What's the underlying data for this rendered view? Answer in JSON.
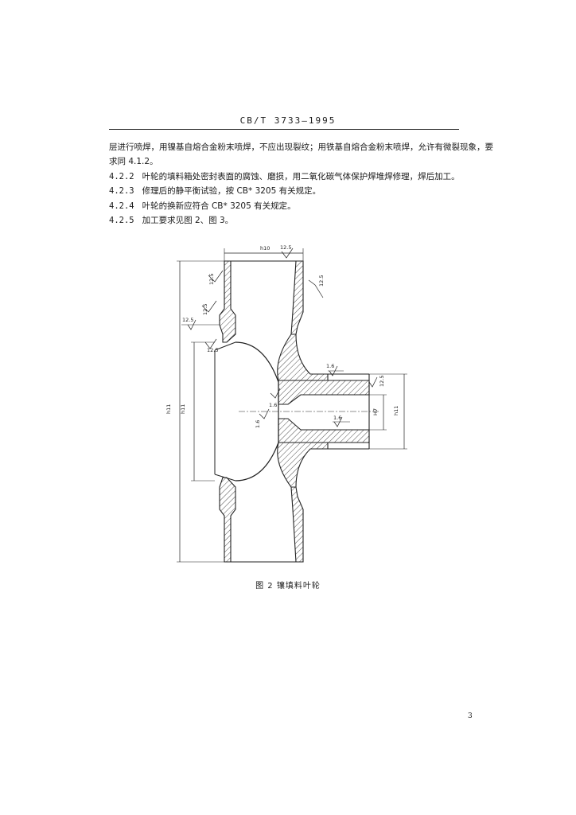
{
  "header": {
    "standard_code": "CB/T 3733—1995"
  },
  "paragraphs": [
    {
      "number": "",
      "text": "层进行喷焊，用镍基自熔合金粉末喷焊，不应出现裂纹；用铁基自熔合金粉末喷焊，允许有微裂现象，要"
    },
    {
      "number": "",
      "text": "求同 4.1.2。"
    },
    {
      "number": "4.2.2",
      "text": "叶轮的填料箱处密封表面的腐蚀、磨损，用二氧化碳气体保护焊堆焊修理，焊后加工。"
    },
    {
      "number": "4.2.3",
      "text": "修理后的静平衡试验，按 CB* 3205 有关规定。"
    },
    {
      "number": "4.2.4",
      "text": "叶轮的换新应符合 CB* 3205 有关规定。"
    },
    {
      "number": "4.2.5",
      "text": "加工要求见图 2、图 3。"
    }
  ],
  "figure": {
    "caption": "图 2  镶填料叶轮",
    "dimensions": {
      "top_width": "h10",
      "left_outer": "h11",
      "left_inner": "h11",
      "hub_inner": "H7",
      "hub_outer": "h11"
    },
    "roughness": {
      "top": "12.5",
      "right_upper": "12.5",
      "left_upper_1": "12.5",
      "left_upper_2": "12.5",
      "left_flange": "12.5",
      "left_lower": "12.5",
      "hub_top": "1.6",
      "hub_right": "12.5",
      "bore_left": "1.6",
      "bore_lower": "1.6",
      "seat_left": "1.6"
    }
  },
  "page_number": "3"
}
